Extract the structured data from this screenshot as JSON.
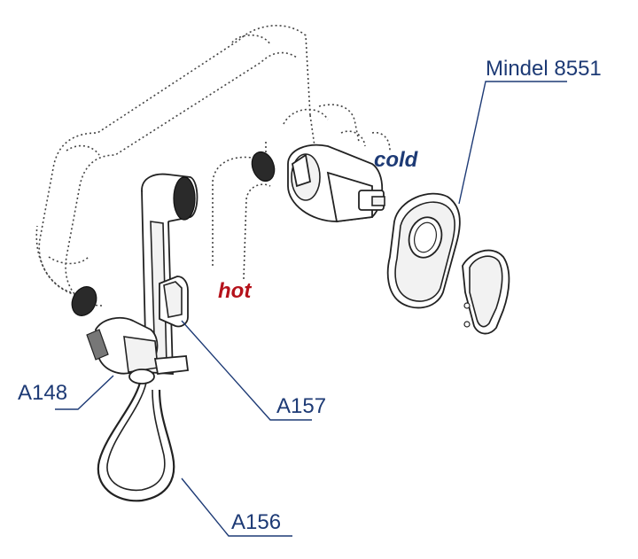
{
  "labels": {
    "model": "Mindel 8551",
    "cold": "cold",
    "hot": "hot",
    "part_angle_valve": "A148",
    "part_holder": "A157",
    "part_hose": "A156"
  },
  "colors": {
    "label_blue": "#1d3a75",
    "hot_red": "#b5121b",
    "line": "#222222",
    "dark_fill": "#2a2a2a"
  }
}
